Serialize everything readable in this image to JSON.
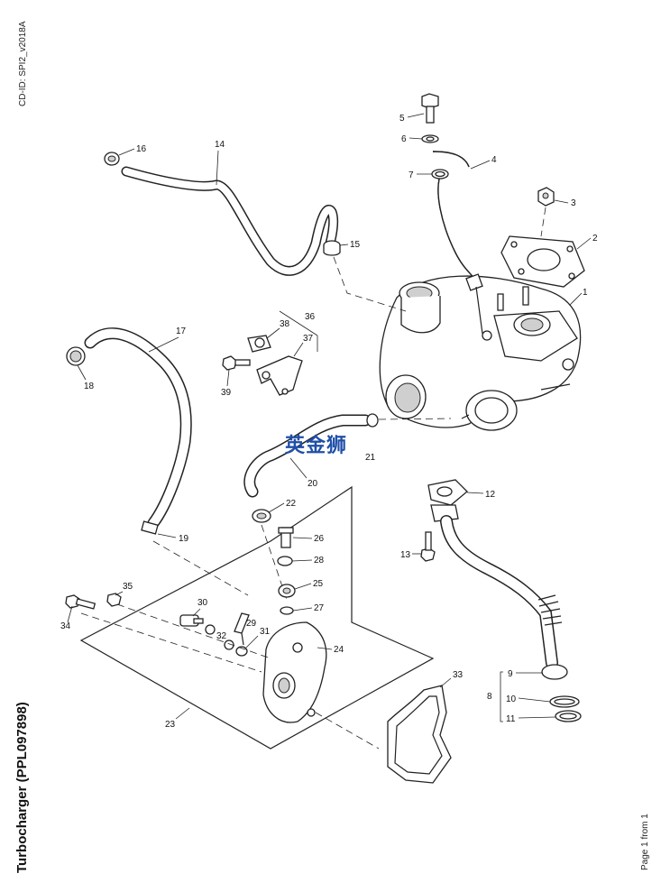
{
  "header": {
    "cd_id": "CD-ID: SPI2_v2018A",
    "title": "Turbocharger (PPL097898)",
    "page_note": "Page 1 from 1"
  },
  "watermark": {
    "text": "英金狮",
    "color": "#1f4fa8"
  },
  "callouts": [
    "1",
    "2",
    "3",
    "4",
    "5",
    "6",
    "7",
    "8",
    "9",
    "10",
    "11",
    "12",
    "13",
    "14",
    "15",
    "16",
    "17",
    "18",
    "19",
    "20",
    "21",
    "22",
    "23",
    "24",
    "25",
    "26",
    "27",
    "28",
    "29",
    "30",
    "31",
    "32",
    "33",
    "34",
    "35",
    "36",
    "37",
    "38",
    "39"
  ],
  "colors": {
    "line": "#222222",
    "fill": "#ffffff",
    "shade": "#d9d9d9"
  }
}
